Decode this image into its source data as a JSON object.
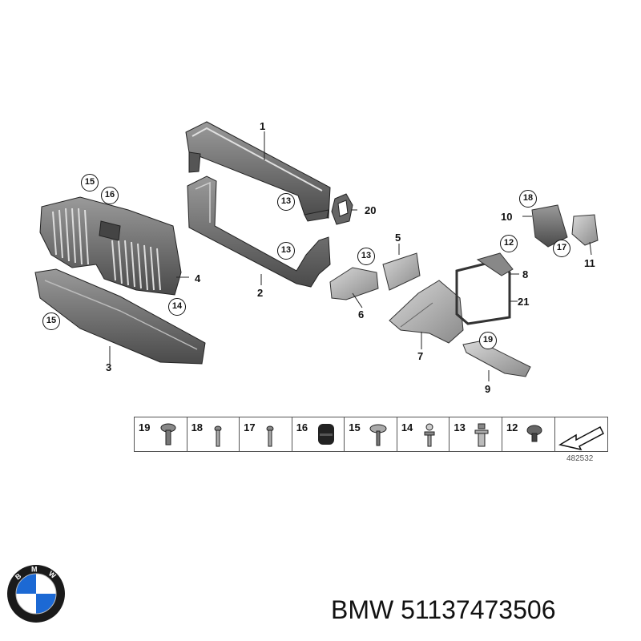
{
  "diagram": {
    "callouts": [
      {
        "id": "c1",
        "label": "1",
        "circled": false
      },
      {
        "id": "c2",
        "label": "2",
        "circled": false
      },
      {
        "id": "c3",
        "label": "3",
        "circled": false
      },
      {
        "id": "c4",
        "label": "4",
        "circled": false
      },
      {
        "id": "c5",
        "label": "5",
        "circled": false
      },
      {
        "id": "c6",
        "label": "6",
        "circled": false
      },
      {
        "id": "c7",
        "label": "7",
        "circled": false
      },
      {
        "id": "c8",
        "label": "8",
        "circled": false
      },
      {
        "id": "c9",
        "label": "9",
        "circled": false
      },
      {
        "id": "c10",
        "label": "10",
        "circled": false
      },
      {
        "id": "c11",
        "label": "11",
        "circled": false
      },
      {
        "id": "c12",
        "label": "12",
        "circled": true
      },
      {
        "id": "c13a",
        "label": "13",
        "circled": true
      },
      {
        "id": "c13b",
        "label": "13",
        "circled": true
      },
      {
        "id": "c13c",
        "label": "13",
        "circled": true
      },
      {
        "id": "c14",
        "label": "14",
        "circled": true
      },
      {
        "id": "c15a",
        "label": "15",
        "circled": true
      },
      {
        "id": "c15b",
        "label": "15",
        "circled": true
      },
      {
        "id": "c16",
        "label": "16",
        "circled": true
      },
      {
        "id": "c17",
        "label": "17",
        "circled": true
      },
      {
        "id": "c18",
        "label": "18",
        "circled": true
      },
      {
        "id": "c19",
        "label": "19",
        "circled": true
      },
      {
        "id": "c20",
        "label": "20",
        "circled": false
      },
      {
        "id": "c21",
        "label": "21",
        "circled": false
      }
    ],
    "fasteners": [
      "19",
      "18",
      "17",
      "16",
      "15",
      "14",
      "13",
      "12"
    ],
    "diagram_id": "482532"
  },
  "brand": {
    "name": "BMW",
    "part_number": "51137473506",
    "logo_lettering": "BMW",
    "colors": {
      "blue": "#1c69d4",
      "ring": "#1a1a1a",
      "white": "#ffffff"
    }
  }
}
